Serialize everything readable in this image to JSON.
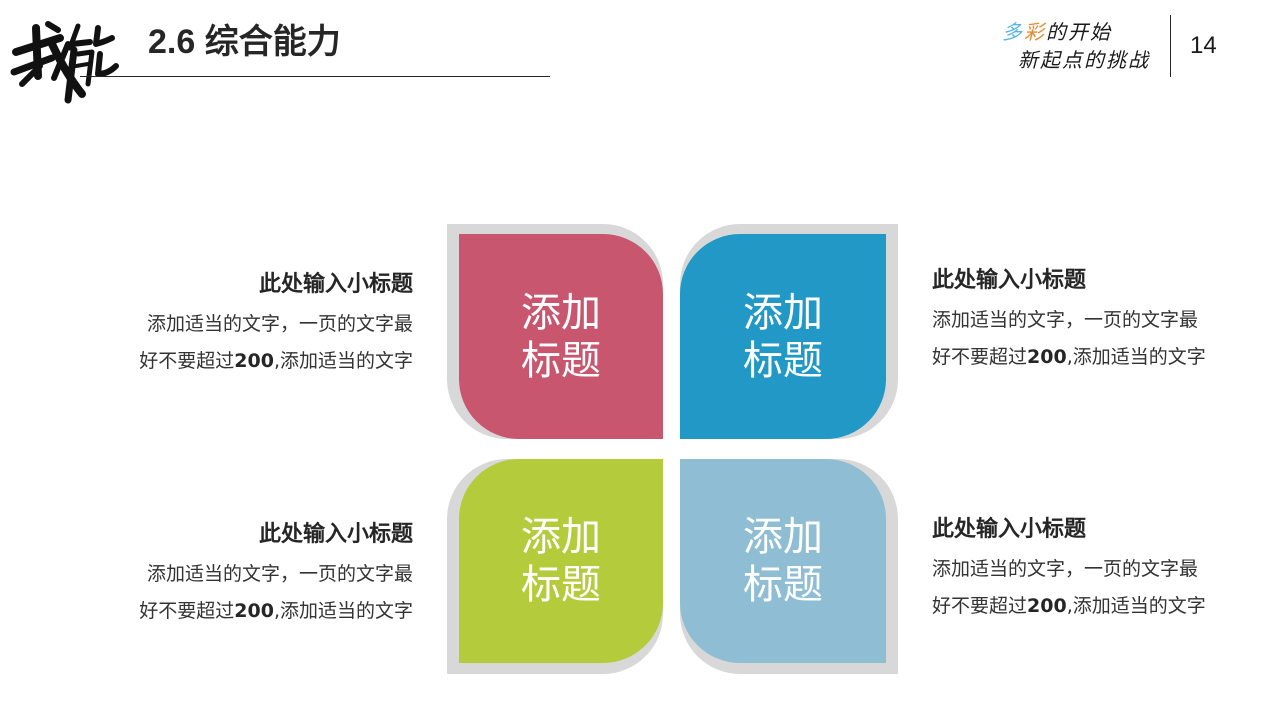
{
  "header": {
    "logo_text": "我能",
    "title": "2.6 综合能力",
    "slogan": {
      "line1_highlight1": "多",
      "line1_highlight2": "彩",
      "line1_rest": "的开始",
      "line2": "新起点的挑战"
    },
    "page_number": "14"
  },
  "colors": {
    "pink": "#C9566F",
    "blue": "#2198C6",
    "green": "#B4CC3C",
    "light_blue": "#8EBDD4",
    "shadow": "#D8D8D8",
    "slogan_blue": "#56B4E6",
    "slogan_orange": "#E8892E"
  },
  "petals": [
    {
      "line1": "添加",
      "line2": "标题",
      "color": "pink"
    },
    {
      "line1": "添加",
      "line2": "标题",
      "color": "blue"
    },
    {
      "line1": "添加",
      "line2": "标题",
      "color": "green"
    },
    {
      "line1": "添加",
      "line2": "标题",
      "color": "light_blue"
    }
  ],
  "blocks": [
    {
      "heading": "此处输入小标题",
      "line1": "添加适当的文字，一页的文字最",
      "line2_pre": "好不要超过",
      "line2_bold": "200",
      "line2_post": ",添加适当的文字"
    },
    {
      "heading": "此处输入小标题",
      "line1": "添加适当的文字，一页的文字最",
      "line2_pre": "好不要超过",
      "line2_bold": "200",
      "line2_post": ",添加适当的文字"
    },
    {
      "heading": "此处输入小标题",
      "line1": "添加适当的文字，一页的文字最",
      "line2_pre": "好不要超过",
      "line2_bold": "200",
      "line2_post": ",添加适当的文字"
    },
    {
      "heading": "此处输入小标题",
      "line1": "添加适当的文字，一页的文字最",
      "line2_pre": "好不要超过",
      "line2_bold": "200",
      "line2_post": ",添加适当的文字"
    }
  ]
}
